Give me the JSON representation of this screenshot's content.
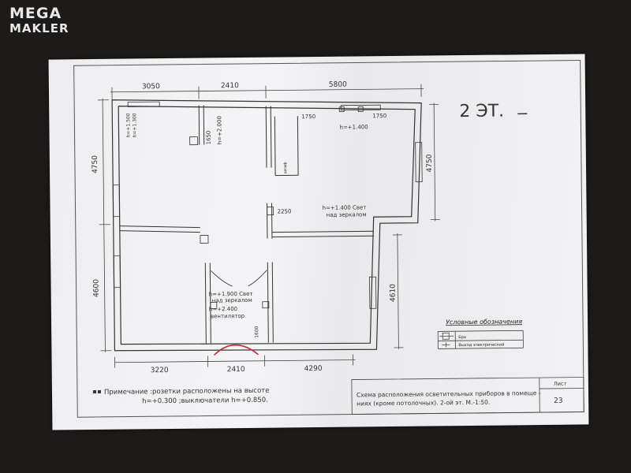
{
  "watermark": {
    "line1": "MEGA",
    "line2": "MAKLER"
  },
  "plan": {
    "floor_label": "2 ЭТ.",
    "dims_top": [
      "3050",
      "2410",
      "5800"
    ],
    "dims_bottom": [
      "3220",
      "2410",
      "4290"
    ],
    "dims_left": [
      "4750",
      "4600"
    ],
    "dims_right": [
      "4750",
      "4610"
    ],
    "inner_dims": [
      "1650",
      "2250",
      "1750",
      "1750"
    ],
    "heights": {
      "h_left_top": "h=+1.500",
      "h_left_bottom": "h=+1.300",
      "h_bath": "h=+2.000",
      "h_lamp_top": "h=+1.400",
      "h_corr_1": "h=+1.400 Свет",
      "h_corr_2": "над зеркалом",
      "h_hall_1": "h=+1.900 Свет",
      "h_hall_2": "над зеркалом",
      "h_hall_3": "h=+2.400",
      "h_hall_4": "вентилятор",
      "hall_dim": "1600",
      "closet_text": "шкаф"
    }
  },
  "legend": {
    "title": "Условные обозначения",
    "item1": "Бра",
    "item2": "Выход электрический"
  },
  "footnote": {
    "line1": "Примечание :розетки расположены на высоте",
    "line2": "h=+0.300 ;выключатели h=+0.850."
  },
  "titleblock": {
    "line1": "Схема расположения осветительных приборов в помеще -",
    "line2": "ниях (кроме потолочных). 2-ой эт. М.-1:50.",
    "sheet_label": "Лист",
    "sheet_no": "23"
  },
  "colors": {
    "ink": "#3a3a3a",
    "paper": "#f0f0f3",
    "door_arc": "#c0303a"
  }
}
